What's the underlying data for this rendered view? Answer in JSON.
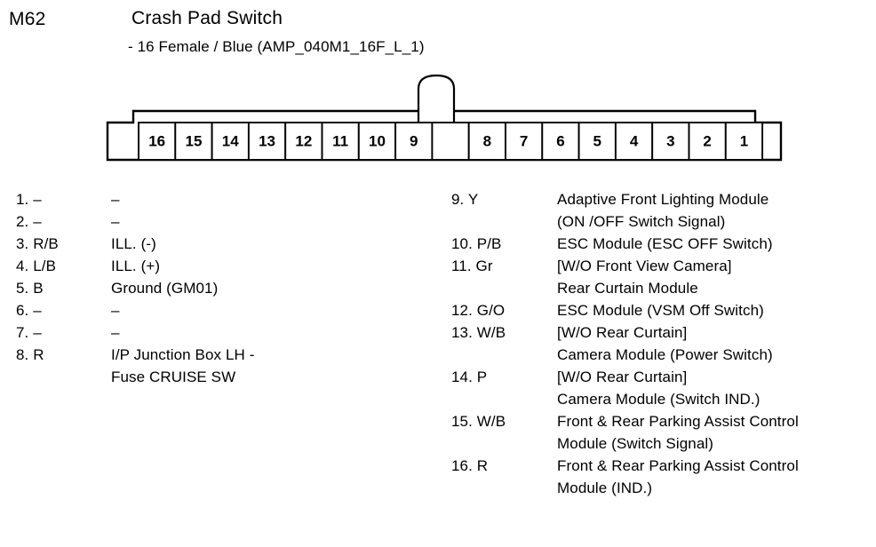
{
  "header": {
    "connector_id": "M62",
    "title": "Crash Pad Switch",
    "subtitle": "- 16 Female / Blue (AMP_040M1_16F_L_1)"
  },
  "connector": {
    "type": "16-way female connector",
    "gap_index": 8,
    "latch_label": "latch-tab",
    "pin_numbers": [
      "16",
      "15",
      "14",
      "13",
      "12",
      "11",
      "10",
      "9",
      "",
      "8",
      "7",
      "6",
      "5",
      "4",
      "3",
      "2",
      "1"
    ],
    "colors": {
      "stroke": "#000000",
      "fill": "#ffffff"
    }
  },
  "pin_list_left": [
    {
      "label": "1. –",
      "lines": [
        "–"
      ]
    },
    {
      "label": "2. –",
      "lines": [
        "–"
      ]
    },
    {
      "label": "3. R/B",
      "lines": [
        "ILL. (-)"
      ]
    },
    {
      "label": "4. L/B",
      "lines": [
        "ILL. (+)"
      ]
    },
    {
      "label": "5. B",
      "lines": [
        "Ground (GM01)"
      ]
    },
    {
      "label": "6. –",
      "lines": [
        "–"
      ]
    },
    {
      "label": "7. –",
      "lines": [
        "–"
      ]
    },
    {
      "label": "8. R",
      "lines": [
        "I/P Junction Box LH -",
        "Fuse CRUISE SW"
      ]
    }
  ],
  "pin_list_right": [
    {
      "label": "9. Y",
      "lines": [
        "Adaptive Front Lighting Module",
        "(ON /OFF Switch Signal)"
      ]
    },
    {
      "label": "10. P/B",
      "lines": [
        "ESC Module (ESC OFF Switch)"
      ]
    },
    {
      "label": "11. Gr",
      "lines": [
        "[W/O Front View Camera]",
        "Rear Curtain Module"
      ]
    },
    {
      "label": "12. G/O",
      "lines": [
        "ESC Module (VSM Off Switch)"
      ]
    },
    {
      "label": "13. W/B",
      "lines": [
        "[W/O Rear Curtain]",
        "Camera Module (Power Switch)"
      ]
    },
    {
      "label": "14. P",
      "lines": [
        "[W/O Rear Curtain]",
        "Camera Module (Switch IND.)"
      ]
    },
    {
      "label": "15. W/B",
      "lines": [
        "Front & Rear Parking Assist Control",
        "Module (Switch Signal)"
      ]
    },
    {
      "label": "16. R",
      "lines": [
        "Front & Rear Parking Assist Control",
        "Module (IND.)"
      ]
    }
  ]
}
